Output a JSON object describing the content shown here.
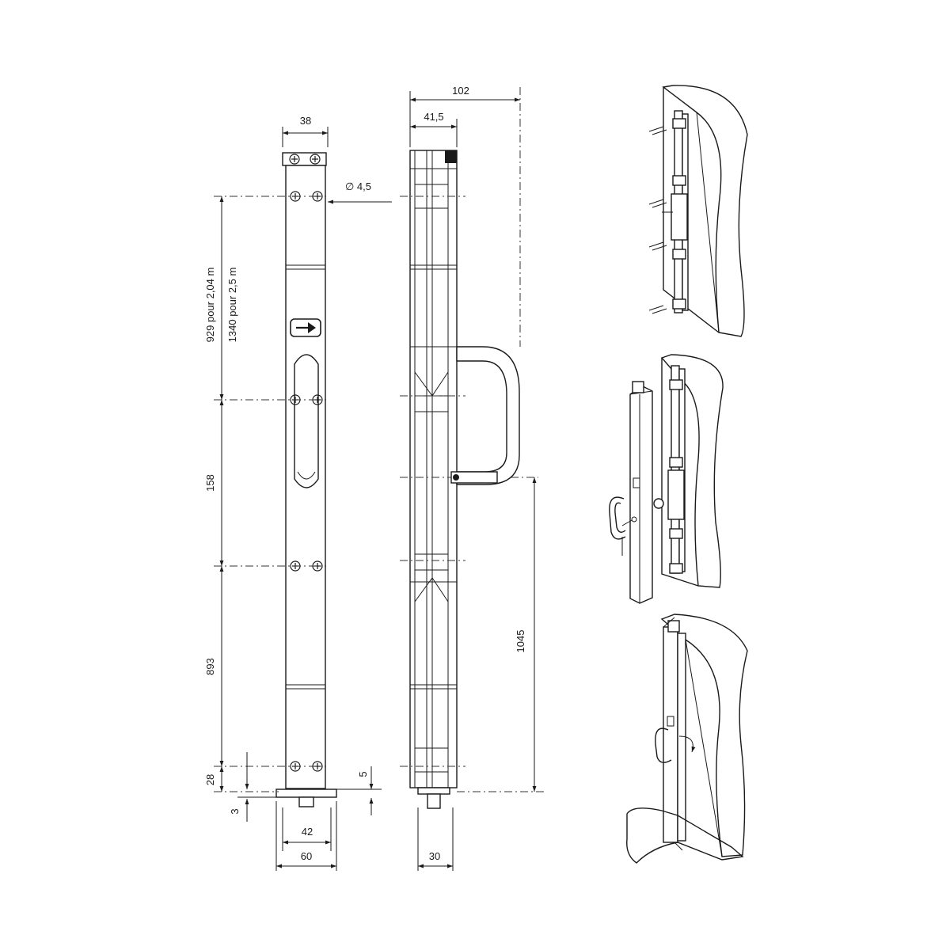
{
  "dimensions": {
    "front_width": "38",
    "hole_diameter": "∅ 4,5",
    "length_short": "929 pour 2,04 m",
    "length_long": "1340 pour 2,5 m",
    "spacing_mid": "158",
    "spacing_low": "893",
    "bottom_offset": "28",
    "base_gap": "5",
    "base_thickness": "3",
    "base_inner": "42",
    "base_outer": "60",
    "side_total": "102",
    "side_body": "41,5",
    "handle_height": "1045",
    "side_base": "30"
  },
  "icons": {
    "direction": "arrow-right-icon",
    "screw": "screw-head-icon"
  }
}
